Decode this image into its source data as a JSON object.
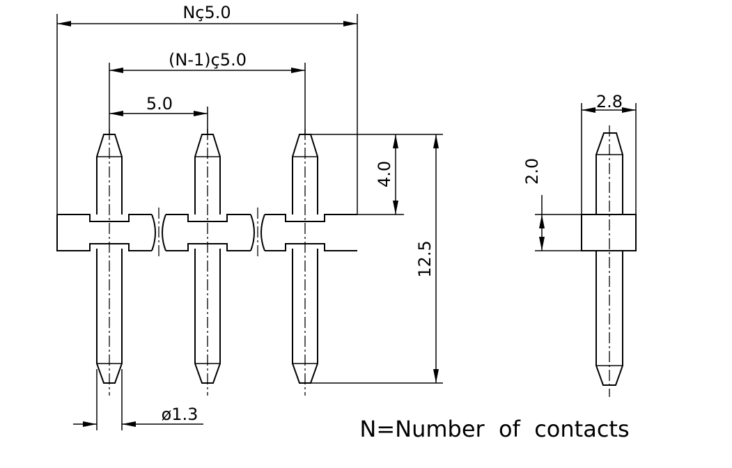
{
  "dimensions": {
    "overall_width": "Nç5.0",
    "outer_pin_span": "(N-1)ç5.0",
    "pitch": "5.0",
    "upper_pin_length": "4.0",
    "total_pin_length": "12.5",
    "pin_diameter": "ø1.3",
    "body_width": "2.8",
    "body_height": "2.0"
  },
  "note": "N=Number  of  contacts"
}
